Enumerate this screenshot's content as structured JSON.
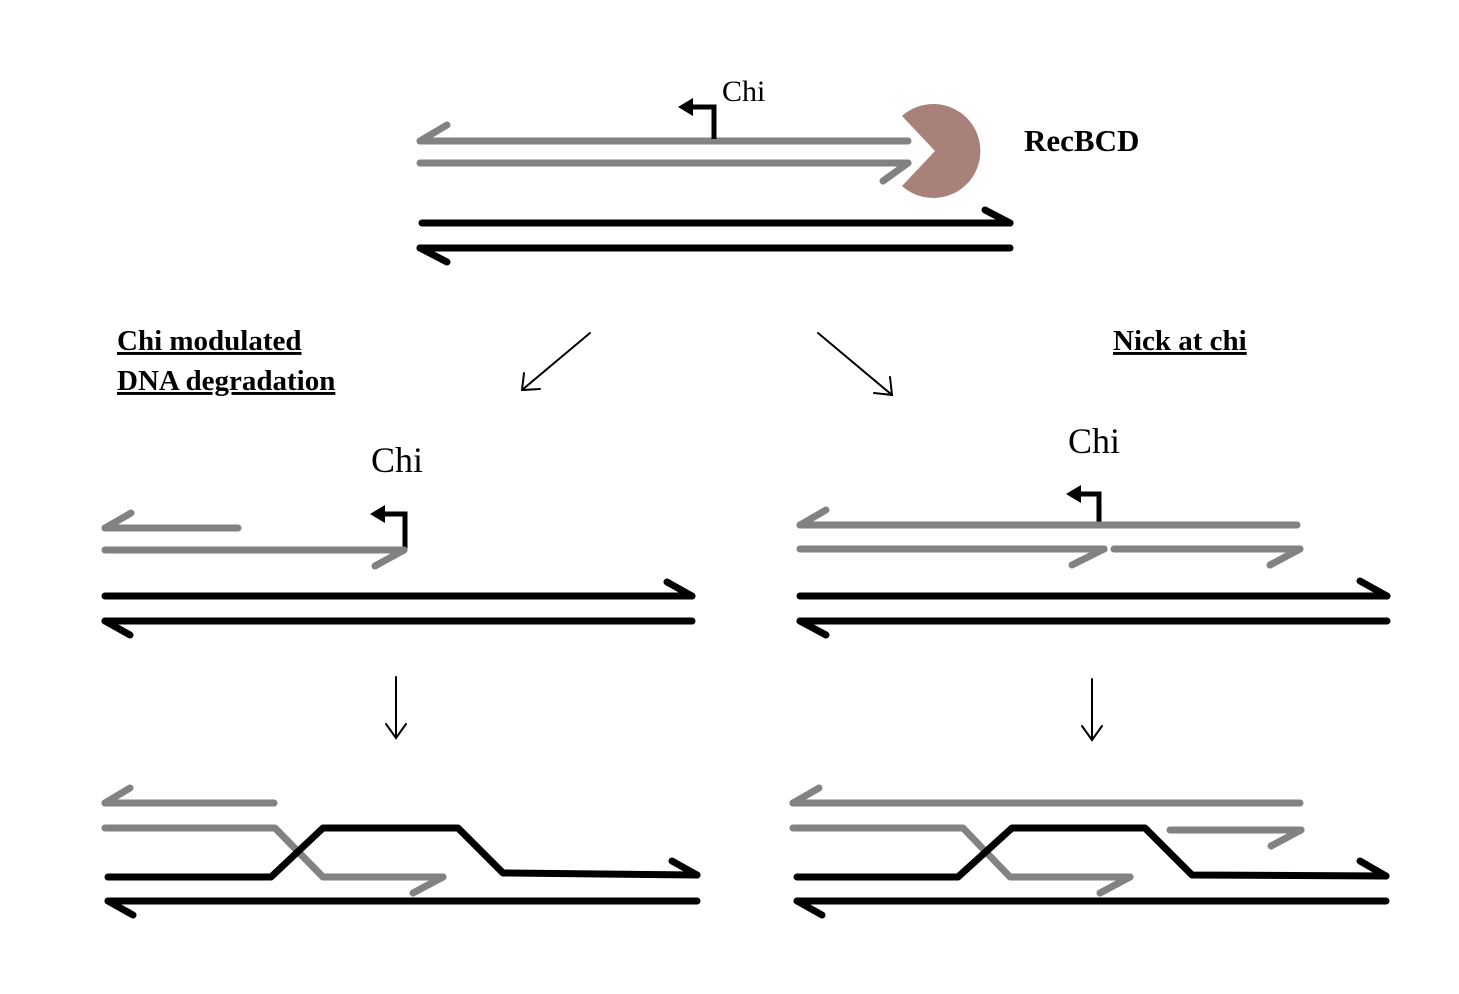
{
  "labels": {
    "chi": "Chi",
    "enzyme": "RecBCD",
    "left_title_line1": "Chi modulated",
    "left_title_line2": "DNA degradation",
    "right_title": "Nick at chi"
  },
  "colors": {
    "strand_gray": "#828282",
    "strand_black": "#000000",
    "recbcd_fill": "#a9817b"
  },
  "icons": {
    "enzyme": "pacman-shape",
    "chi_site": "bent-arrow-icon",
    "step": "thin-arrow"
  }
}
